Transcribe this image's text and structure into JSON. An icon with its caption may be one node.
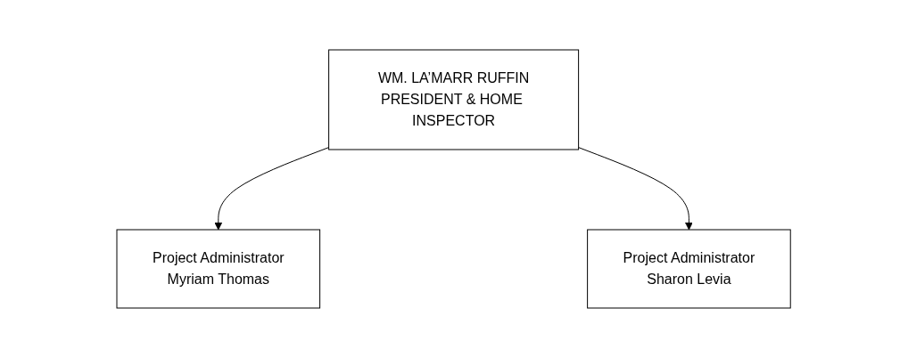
{
  "diagram": {
    "nodes": [
      {
        "text": [
          "WM. LA’MARR RUFFIN",
          "PRESIDENT & HOME INSPECTOR"
        ]
      },
      {
        "text": [
          "Project Administrator",
          "Myriam Thomas"
        ]
      },
      {
        "text": [
          "Project Administrator",
          "Sharon Levia"
        ]
      }
    ],
    "edges": [
      {
        "from": 0,
        "to": 1,
        "arrow": "to"
      },
      {
        "from": 0,
        "to": 2,
        "arrow": "to"
      }
    ]
  }
}
